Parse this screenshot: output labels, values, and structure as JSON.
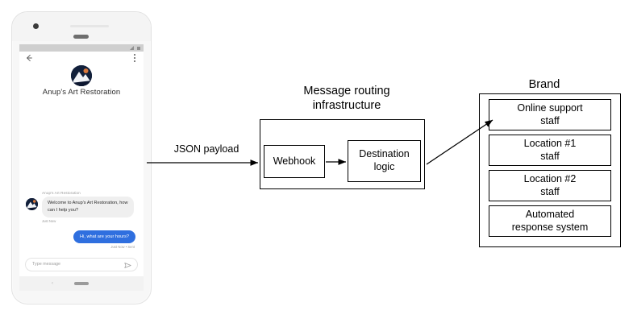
{
  "phone": {
    "statusbar": {
      "signal_icon": "signal-icon",
      "battery_icon": "battery-icon"
    },
    "appbar": {
      "back_icon": "back-arrow-icon",
      "menu_icon": "kebab-menu-icon"
    },
    "business_name": "Anup's Art Restoration",
    "avatar_icon": "business-avatar",
    "messages": [
      {
        "sender": "Anup's Art Restoration",
        "text": "Welcome to Anup's Art Restoration, how can I help you?",
        "timestamp": "Just Now",
        "side": "bot"
      },
      {
        "text": "Hi, what are your hours?",
        "timestamp": "Just Now • Sent",
        "side": "user"
      }
    ],
    "composer": {
      "placeholder": "Type message",
      "send_icon": "send-icon"
    },
    "navbar": {
      "back_glyph": "‹",
      "home_indicator": "home-pill"
    }
  },
  "diagram": {
    "payload_label": "JSON payload",
    "routing": {
      "title": "Message routing\ninfrastructure",
      "nodes": [
        {
          "label": "Webhook"
        },
        {
          "label": "Destination\nlogic"
        }
      ]
    },
    "brand": {
      "title": "Brand",
      "destinations": [
        {
          "label": "Online support\nstaff"
        },
        {
          "label": "Location #1\nstaff"
        },
        {
          "label": "Location #2\nstaff"
        },
        {
          "label": "Automated\nresponse system"
        }
      ]
    }
  },
  "colors": {
    "user_bubble": "#2f6fdf",
    "bot_bubble": "#efefef",
    "stroke": "#000000",
    "phone_body": "#f7f7f7"
  }
}
